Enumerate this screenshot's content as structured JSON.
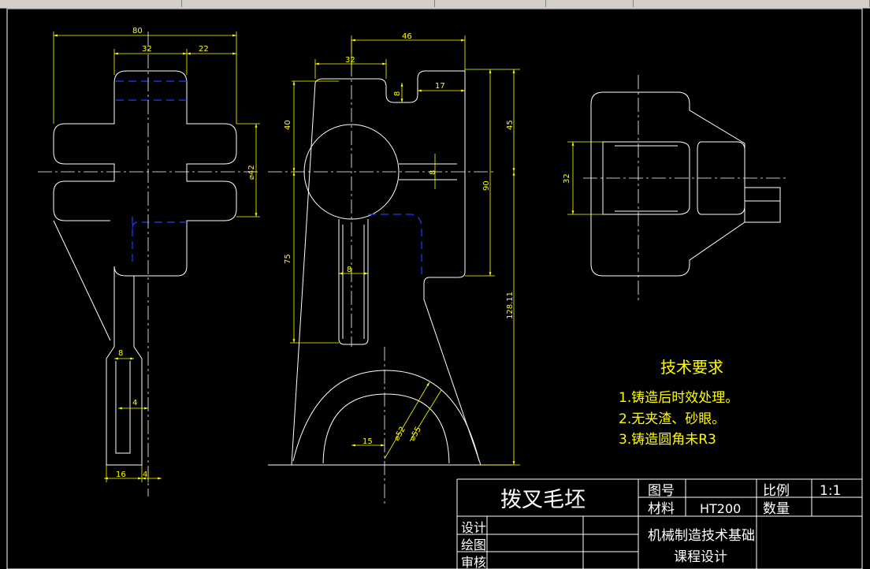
{
  "colors": {
    "background": "#000000",
    "outline": "#ffffff",
    "dimension": "#ffff00",
    "hidden": "#1f3fff",
    "centerline": "#ffffff",
    "notes": "#ffff00",
    "titleblock_text": "#ffffff"
  },
  "dimensions": {
    "left_80": "80",
    "left_32": "32",
    "left_22": "22",
    "left_42": "⌀42",
    "left_8": "8",
    "left_4a": "4",
    "left_16": "16",
    "left_4b": "4",
    "front_46": "46",
    "front_32": "32",
    "front_8a": "8",
    "front_17": "17",
    "front_40": "40",
    "front_45": "45",
    "front_8b": "8",
    "front_90": "90",
    "front_75": "75",
    "front_8c": "8",
    "front_128": "128.11",
    "front_15": "15",
    "front_d52": "⌀52",
    "front_d55": "⌀55",
    "right_32": "32"
  },
  "notes": {
    "title": "技术要求",
    "items": [
      "1.铸造后时效处理。",
      "2.无夹渣、砂眼。",
      "3.铸造圆角未R3"
    ]
  },
  "titleblock": {
    "part_name": "拨叉毛坯",
    "drawing_no_label": "图号",
    "material_label": "材料",
    "material_value": "HT200",
    "scale_label": "比例",
    "scale_value": "1:1",
    "qty_label": "数量",
    "design_label": "设计",
    "draw_label": "绘图",
    "check_label": "审核",
    "course_line1": "机械制造技术基础",
    "course_line2": "课程设计"
  }
}
